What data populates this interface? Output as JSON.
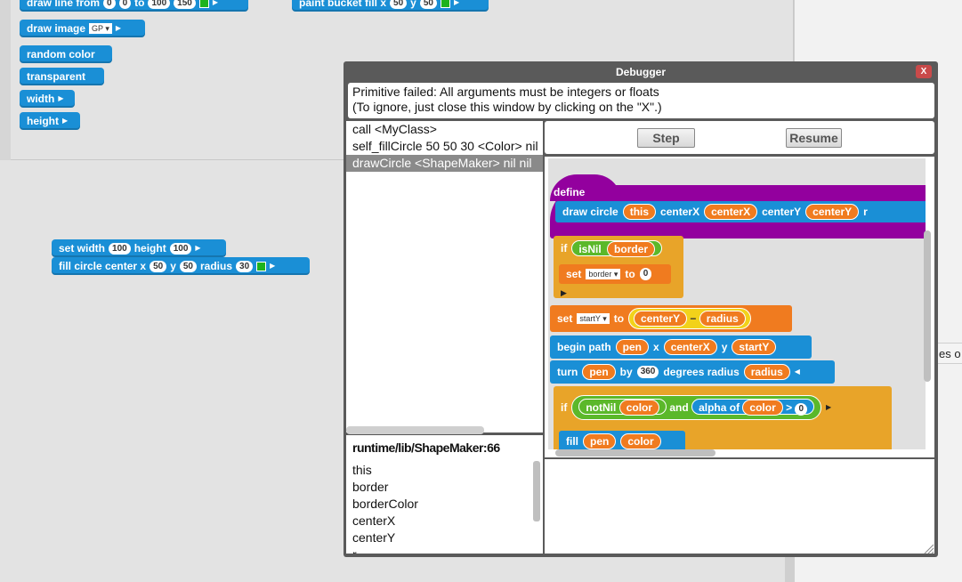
{
  "palette": {
    "blocks": [
      {
        "label": "draw line from",
        "args": [
          "0",
          "0",
          "to",
          "100",
          "150"
        ]
      },
      {
        "label": "paint bucket fill x",
        "args": [
          "50",
          "y",
          "50"
        ]
      },
      {
        "label": "draw image",
        "dropdown": "GP"
      },
      {
        "label": "random color"
      },
      {
        "label": "transparent"
      },
      {
        "label": "width"
      },
      {
        "label": "height"
      }
    ]
  },
  "script": {
    "set_width_label": "set width",
    "set_width_value": "100",
    "height_label": "height",
    "height_value": "100",
    "fill_circle_label": "fill circle center x",
    "fill_x": "50",
    "y_label": "y",
    "fill_y": "50",
    "radius_label": "radius",
    "radius_value": "30"
  },
  "right_pane": {
    "label": "es o"
  },
  "debugger": {
    "title": "Debugger",
    "close_label": "X",
    "message_line1": "Primitive failed: All arguments must be integers or floats",
    "message_line2": "(To ignore, just close this window by clicking on the \"X\".)",
    "stack": [
      "call <MyClass>",
      "self_fillCircle 50 50 30 <Color> nil",
      "drawCircle <ShapeMaker> nil nil"
    ],
    "location": "runtime/lib/ShapeMaker:66",
    "variables": [
      "this",
      "border",
      "borderColor",
      "centerX",
      "centerY",
      "r"
    ],
    "step_label": "Step",
    "resume_label": "Resume",
    "code": {
      "define_label": "define",
      "draw_circle_label": "draw circle",
      "param_this": "this",
      "centerX_label": "centerX",
      "centerY_label": "centerY",
      "param_centerX": "centerX",
      "param_centerY": "centerY",
      "param_r": "r",
      "if_label": "if",
      "isNil_label": "isNil",
      "border_var": "border",
      "set_label": "set",
      "set_border_dd": "border",
      "to_label": "to",
      "zero": "0",
      "startY_dd": "startY",
      "minus": "−",
      "radius_var": "radius",
      "begin_path_label": "begin path",
      "pen_var": "pen",
      "x_label": "x",
      "y_label": "y",
      "startY_var": "startY",
      "turn_label": "turn",
      "by_label": "by",
      "degrees_value": "360",
      "degrees_radius_label": "degrees radius",
      "notNil_label": "notNil",
      "color_var": "color",
      "and_label": "and",
      "alpha_of_label": "alpha of",
      "gt": ">",
      "fill_label": "fill"
    }
  },
  "colors": {
    "block_blue": "#1a8fd6",
    "block_orange": "#f07b1f",
    "block_gold": "#e8a429",
    "block_purple": "#93009e",
    "block_green": "#5bb82a",
    "color_swatch": "#1db31d"
  }
}
